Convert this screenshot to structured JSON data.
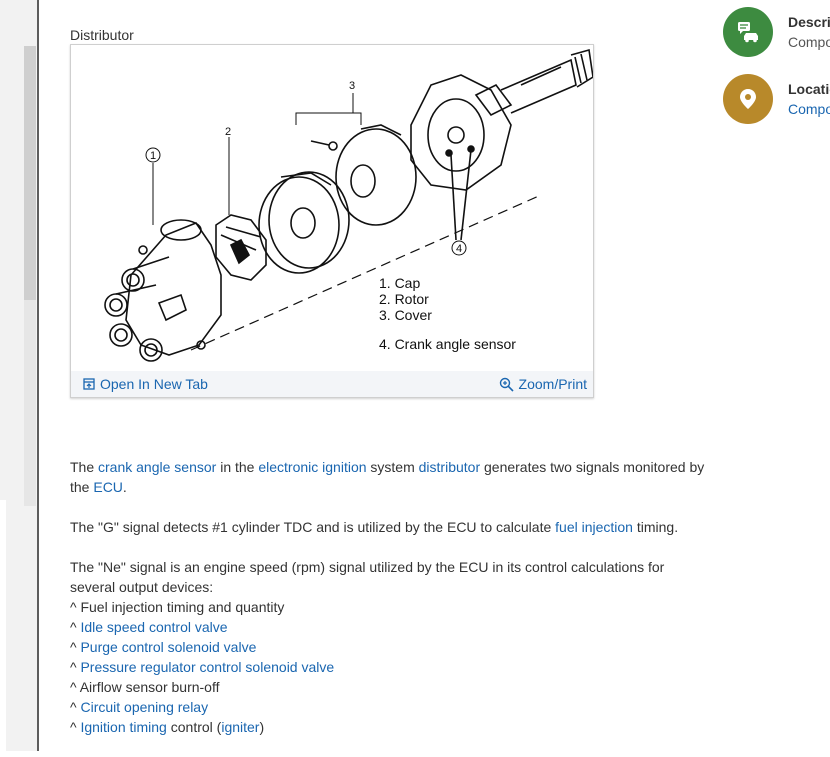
{
  "figure": {
    "caption": "Distributor",
    "callouts": [
      "1",
      "2",
      "3",
      "4"
    ],
    "legend": [
      "1. Cap",
      "2. Rotor",
      "3. Cover",
      "4. Crank angle sensor"
    ],
    "open_tab_label": "Open In New Tab",
    "zoom_label": "Zoom/Print"
  },
  "article": {
    "p1": {
      "t1": "The ",
      "l1": "crank angle sensor",
      "t2": " in the ",
      "l2": "electronic ignition",
      "t3": " system ",
      "l3": "distributor",
      "t4": " generates two signals monitored by the ",
      "l4": "ECU",
      "t5": "."
    },
    "p2": {
      "t1": "The \"G\" signal detects #1 cylinder TDC and is utilized by the ECU to calculate ",
      "l1": "fuel injection",
      "t2": " timing."
    },
    "p3": {
      "intro": "The \"Ne\" signal is an engine speed (rpm) signal utilized by the ECU in its control calculations for several output devices:",
      "caret": "^ ",
      "item1": "Fuel injection timing and quantity",
      "item2": "Idle speed control valve",
      "item3": "Purge control solenoid valve",
      "item4": "Pressure regulator control solenoid valve",
      "item5": "Airflow sensor burn-off",
      "item6": "Circuit opening relay",
      "item7a": "Ignition timing",
      "item7b": " control (",
      "item7c": "igniter",
      "item7d": ")"
    }
  },
  "sidebar": {
    "items": [
      {
        "title": "Descrip",
        "sub": "Compo",
        "icon": "car-description-icon",
        "color": "#3d8b40"
      },
      {
        "title": "Locatio",
        "sub": "Compo",
        "icon": "location-pin-icon",
        "color": "#b8892a"
      }
    ]
  }
}
